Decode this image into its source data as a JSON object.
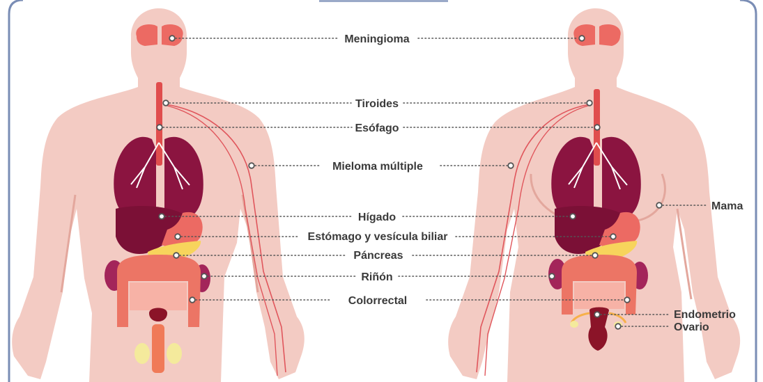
{
  "labels": {
    "meningioma": "Meningioma",
    "tiroides": "Tiroides",
    "esofago": "Esófago",
    "mieloma": "Mieloma múltiple",
    "higado": "Hígado",
    "estomago": "Estómago y vesícula biliar",
    "pancreas": "Páncreas",
    "rinon": "Riñón",
    "colorrectal": "Colorrectal",
    "mama": "Mama",
    "endometrio": "Endometrio",
    "ovario": "Ovario"
  },
  "colors": {
    "skin": "#f3cbc3",
    "skin_shadow": "#e3a79d",
    "lung": "#8b1440",
    "liver": "#7b1036",
    "organ_red": "#ec6a63",
    "intestine": "#f08a72",
    "pancreas": "#f7d45c",
    "kidney": "#a3255a",
    "nerve": "#e0565c",
    "frame": "#7a8db5",
    "text": "#3a3a3a"
  },
  "figures": [
    "male-body",
    "female-body"
  ]
}
